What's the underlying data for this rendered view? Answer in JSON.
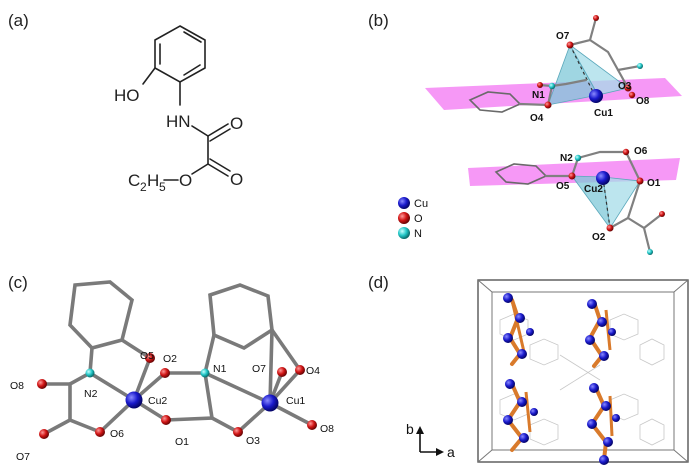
{
  "panels": {
    "a": {
      "label": "(a)",
      "ho": "HO",
      "hn": "HN",
      "o1": "O",
      "o2": "O",
      "o3": "O",
      "c": "C",
      "c_sub": "2",
      "h": "H",
      "h_sub": "5"
    },
    "b": {
      "label": "(b)",
      "atoms": {
        "o7": "O7",
        "o3": "O3",
        "n1": "N1",
        "o8": "O8",
        "o4": "O4",
        "cu1": "Cu1",
        "n2": "N2",
        "o6": "O6",
        "o5": "O5",
        "cu2": "Cu2",
        "o1": "O1",
        "o2": "O2"
      },
      "legend": [
        {
          "label": "Cu",
          "color": "#1a1acc"
        },
        {
          "label": "O",
          "color": "#d11515"
        },
        {
          "label": "N",
          "color": "#22c7c7"
        }
      ]
    },
    "c": {
      "label": "(c)",
      "atoms": {
        "o5": "O5",
        "o2": "O2",
        "n1": "N1",
        "o7": "O7",
        "o4": "O4",
        "o8_left": "O8",
        "n2": "N2",
        "cu2": "Cu2",
        "cu1": "Cu1",
        "o6": "O6",
        "o7_left": "O7",
        "o1": "O1",
        "o3": "O3",
        "o8_right": "O8"
      }
    },
    "d": {
      "label": "(d)",
      "axis_b": "b",
      "axis_a": "a"
    }
  },
  "colors": {
    "copper": "#1a1acc",
    "oxygen": "#d11515",
    "nitrogen": "#22c7c7",
    "plane": "#ee44ee",
    "polyhedron": "#7fc8d8",
    "chain": "#d97a2b"
  }
}
